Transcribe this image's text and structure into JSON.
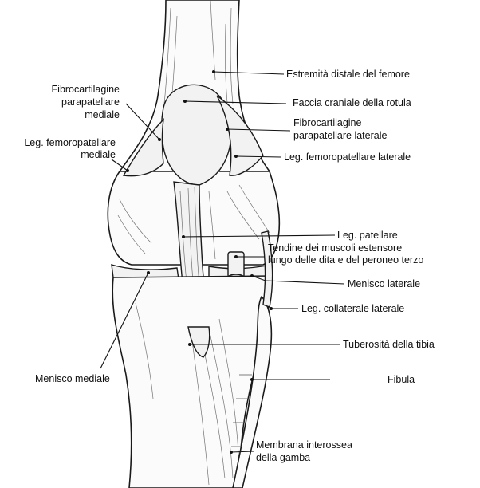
{
  "labels": {
    "femore": "Estremità distale del femore",
    "faccia_rotula": "Faccia craniale della rotula",
    "fibro_lat_1": "Fibrocartilagine",
    "fibro_lat_2": "parapatellare laterale",
    "fibro_med_1": "Fibrocartilagine",
    "fibro_med_2": "parapatellare",
    "fibro_med_3": "mediale",
    "femoropat_med_1": "Leg. femoropatellare",
    "femoropat_med_2": "mediale",
    "femoropat_lat": "Leg. femoropatellare laterale",
    "patellare": "Leg. patellare",
    "tendine_1": "Tendine dei muscoli estensore",
    "tendine_2": "lungo delle dita e del peroneo terzo",
    "menisco_lat": "Menisco laterale",
    "collaterale_lat": "Leg. collaterale laterale",
    "tuberosita": "Tuberosità della tibia",
    "menisco_med": "Menisco mediale",
    "fibula": "Fibula",
    "membrana_1": "Membrana interossea",
    "membrana_2": "della gamba"
  }
}
